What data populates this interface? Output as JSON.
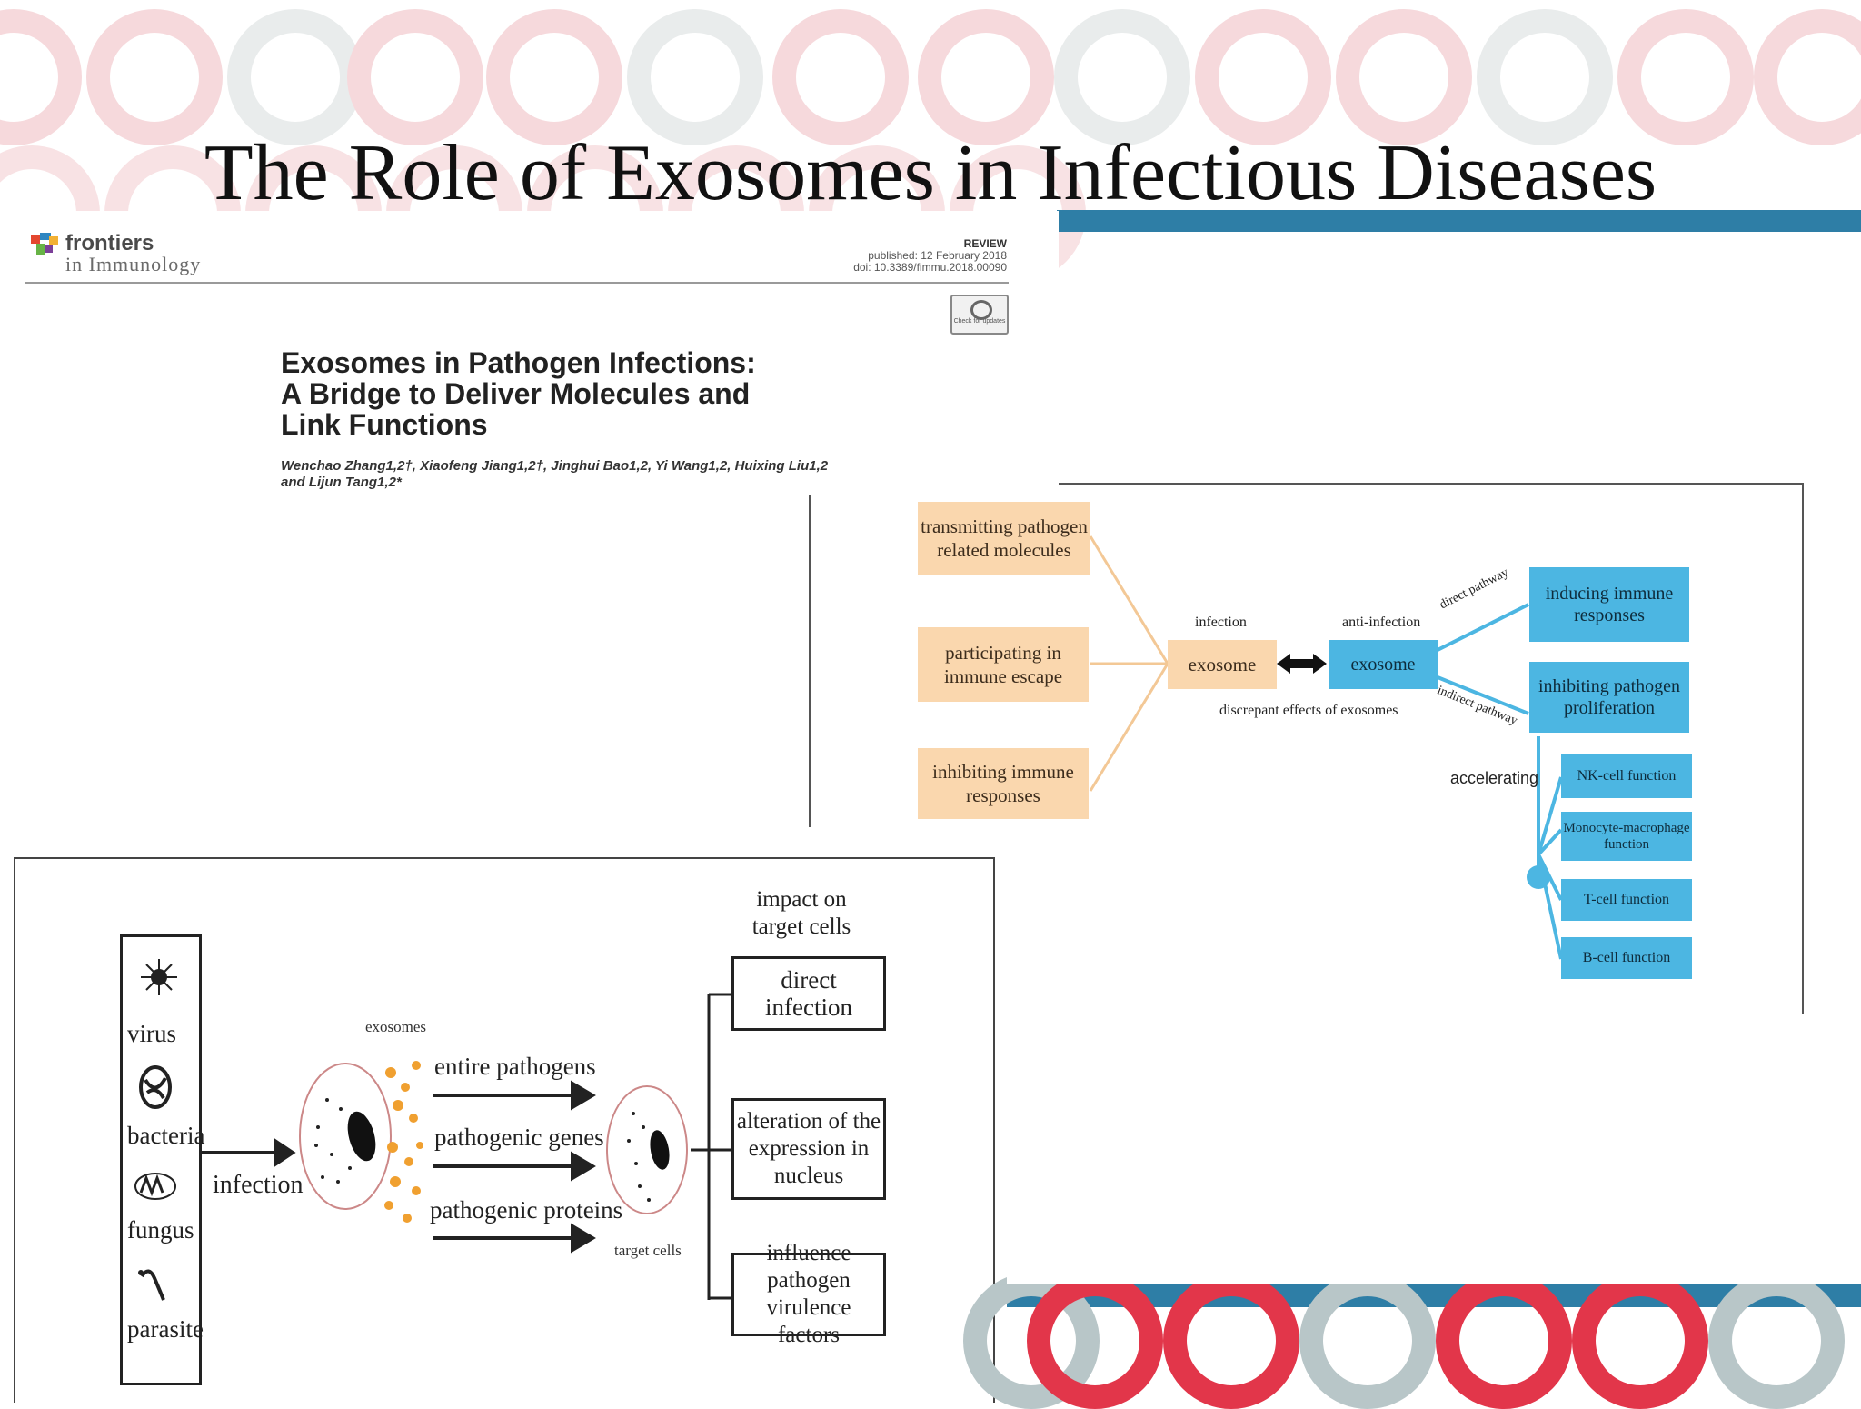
{
  "slide": {
    "title": "The Role of Exosomes in Infectious Diseases"
  },
  "colors": {
    "accent_blue": "#2e7ea6",
    "ring_red": "#e2364a",
    "ring_grey": "#b8c6c8",
    "orange_box": "#fad7ae",
    "blue_box": "#4cb6e2"
  },
  "paper": {
    "journal_name": "frontiers",
    "journal_sub": "in Immunology",
    "type": "REVIEW",
    "published": "published: 12 February 2018",
    "doi": "doi: 10.3389/fimmu.2018.00090",
    "badge": "Check for updates",
    "title_lines": [
      "Exosomes in Pathogen Infections:",
      "A Bridge to Deliver Molecules and",
      "Link Functions"
    ],
    "authors_line1": "Wenchao Zhang1,2†, Xiaofeng Jiang1,2†, Jinghui Bao1,2, Yi Wang1,2, Huixing Liu1,2",
    "authors_line2": "and Lijun Tang1,2*"
  },
  "right_diagram": {
    "left_boxes": [
      "transmitting pathogen related molecules",
      "participating in immune escape",
      "inhibiting immune responses"
    ],
    "infection_label": "infection",
    "infection_exosome": "exosome",
    "anti_label": "anti-infection",
    "anti_exosome": "exosome",
    "caption": "discrepant effects of exosomes",
    "direct_label": "direct pathway",
    "indirect_label": "indirect pathway",
    "right_boxes": [
      "inducing immune responses",
      "inhibiting pathogen proliferation"
    ],
    "accelerating_label": "accelerating",
    "function_boxes": [
      "NK-cell function",
      "Monocyte-macrophage function",
      "T-cell function",
      "B-cell function"
    ]
  },
  "left_diagram": {
    "pathogens": [
      "virus",
      "bacteria",
      "fungus",
      "parasite"
    ],
    "infection_label": "infection",
    "exosomes_label": "exosomes",
    "cargo": [
      "entire pathogens",
      "pathogenic genes",
      "pathogenic proteins"
    ],
    "target_label": "target cells",
    "impact_title": "impact on target cells",
    "impacts": [
      "direct infection",
      "alteration of the expression in nucleus",
      "influence pathogen virulence factors"
    ]
  }
}
